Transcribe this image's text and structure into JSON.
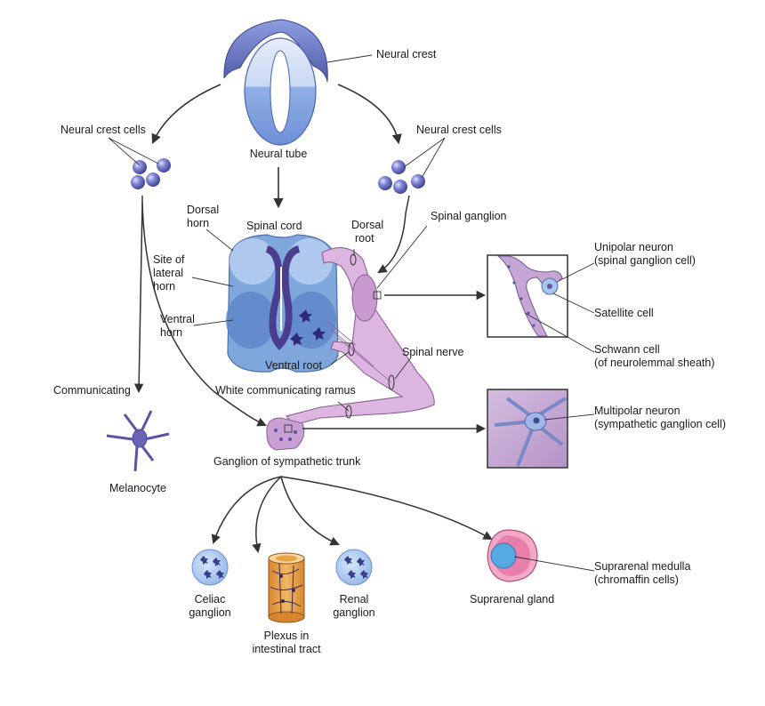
{
  "labels": {
    "neural_crest": "Neural crest",
    "neural_crest_cells_left": "Neural crest cells",
    "neural_crest_cells_right": "Neural crest cells",
    "neural_tube": "Neural tube",
    "dorsal_horn_1": "Dorsal",
    "dorsal_horn_2": "horn",
    "spinal_cord": "Spinal cord",
    "dorsal_root_1": "Dorsal",
    "dorsal_root_2": "root",
    "spinal_ganglion": "Spinal ganglion",
    "site_lateral_1": "Site of",
    "site_lateral_2": "lateral",
    "site_lateral_3": "horn",
    "ventral_horn_1": "Ventral",
    "ventral_horn_2": "horn",
    "ventral_root": "Ventral root",
    "spinal_nerve": "Spinal nerve",
    "unipolar_1": "Unipolar neuron",
    "unipolar_2": "(spinal ganglion cell)",
    "satellite_cell": "Satellite cell",
    "schwann_1": "Schwann cell",
    "schwann_2": "(of neurolemmal sheath)",
    "communicating": "Communicating",
    "white_ramus": "White communicating ramus",
    "multipolar_1": "Multipolar neuron",
    "multipolar_2": "(sympathetic ganglion cell)",
    "ganglion_sympathetic": "Ganglion of sympathetic trunk",
    "melanocyte": "Melanocyte",
    "celiac_1": "Celiac",
    "celiac_2": "ganglion",
    "plexus_1": "Plexus in",
    "plexus_2": "intestinal tract",
    "renal_1": "Renal",
    "renal_2": "ganglion",
    "suprarenal_gland": "Suprarenal gland",
    "suprarenal_medulla_1": "Suprarenal medulla",
    "suprarenal_medulla_2": "(chromaffin cells)"
  },
  "colors": {
    "tube_blue": "#6f8fd6",
    "tube_light": "#cfdcf5",
    "cord_blue": "#7aa3db",
    "cord_light": "#a9c6ec",
    "cord_dark": "#4f6fb0",
    "central_purple": "#5a4fa0",
    "nerve_pink": "#d9b2dd",
    "nerve_outline": "#8a5f93",
    "cell_purple": "#5b5aa8",
    "inset_purple": "#c6a6d2",
    "gland_pink": "#e87fab",
    "gland_blue": "#56a9e0",
    "plexus_orange": "#e8a24a",
    "arrow": "#333333"
  }
}
